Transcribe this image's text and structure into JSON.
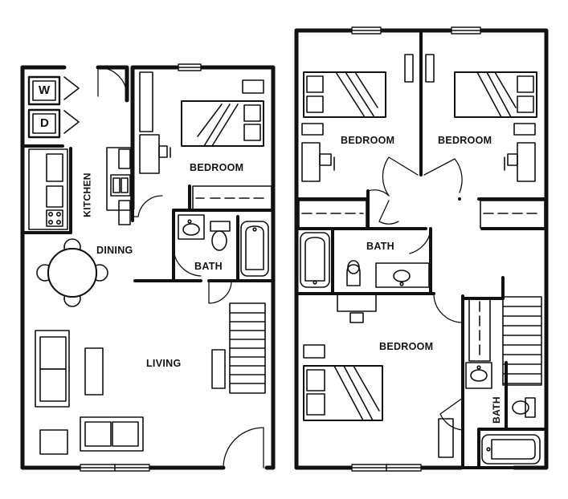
{
  "floor_plan": {
    "first_floor": {
      "rooms": {
        "kitchen": "KITCHEN",
        "dining": "DINING",
        "living": "LIVING",
        "bedroom": "BEDROOM",
        "bath": "BATH"
      },
      "appliances": {
        "washer": "W",
        "dryer": "D"
      }
    },
    "second_floor": {
      "rooms": {
        "bedroom_left": "BEDROOM",
        "bedroom_right": "BEDROOM",
        "bath_center": "BATH",
        "bedroom_master": "BEDROOM",
        "bath_master": "BATH"
      }
    }
  }
}
